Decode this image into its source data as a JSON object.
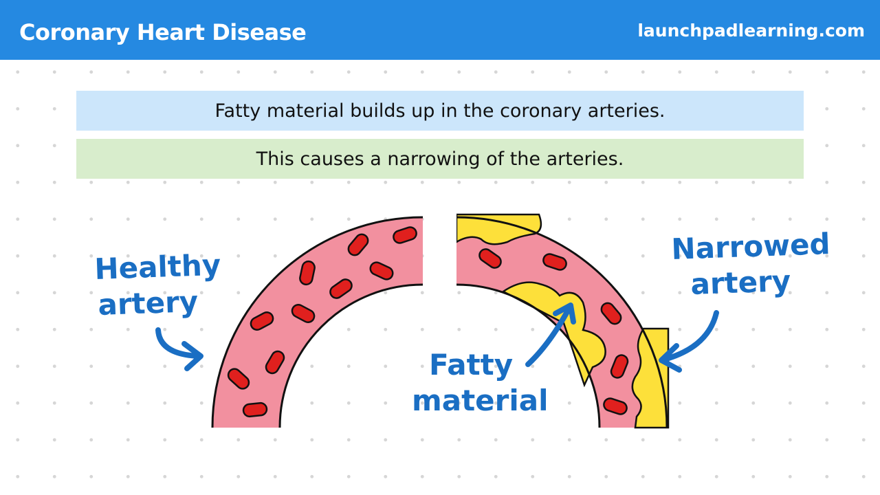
{
  "header": {
    "title": "Coronary Heart Disease",
    "site": "launchpadlearning.com"
  },
  "banners": {
    "line1": "Fatty material builds up in the coronary arteries.",
    "line2": "This causes a narrowing of the arteries."
  },
  "labels": {
    "healthy_line1": "Healthy",
    "healthy_line2": "artery",
    "narrowed_line1": "Narrowed",
    "narrowed_line2": "artery",
    "fatty_line1": "Fatty",
    "fatty_line2": "material"
  },
  "colors": {
    "header_bg": "#2589e1",
    "artery_wall": "#f2909f",
    "blood_cell": "#e0201e",
    "fatty_material": "#fde03a",
    "annotation": "#1a6ec3"
  }
}
